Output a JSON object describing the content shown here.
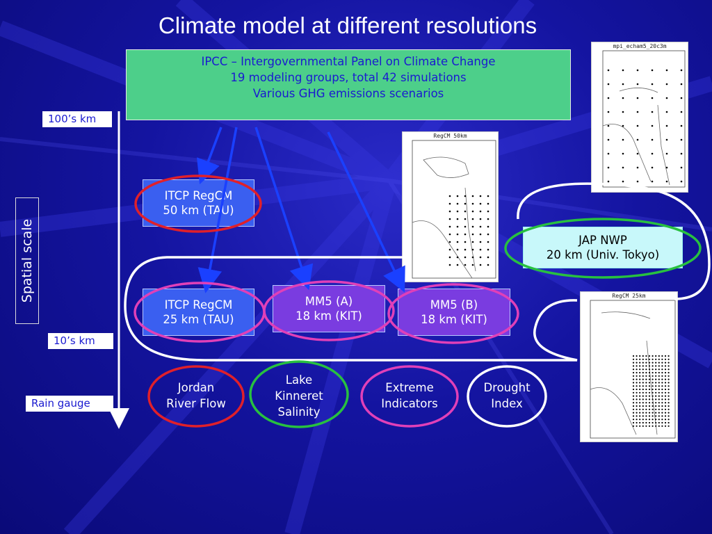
{
  "title": "Climate model at different resolutions",
  "ipcc": {
    "line1": "IPCC – Intergovernmental Panel on Climate Change",
    "line2": "19 modeling groups, total 42 simulations",
    "line3": "Various GHG emissions scenarios"
  },
  "scale": {
    "label_100": "100’s km",
    "label_10": "10’s km",
    "label_rain": "Rain gauge",
    "axis_label": "Spatial scale"
  },
  "models": {
    "regcm50": {
      "line1": "ITCP RegCM",
      "line2": "50 km (TAU)"
    },
    "regcm25": {
      "line1": "ITCP RegCM",
      "line2": "25 km (TAU)"
    },
    "mm5a": {
      "line1": "MM5 (A)",
      "line2": "18 km (KIT)"
    },
    "mm5b": {
      "line1": "MM5 (B)",
      "line2": "18 km (KIT)"
    },
    "jap": {
      "line1": "JAP NWP",
      "line2": "20 km (Univ. Tokyo)"
    }
  },
  "outcomes": {
    "jordan": {
      "line1": "Jordan",
      "line2": "River Flow"
    },
    "lake": {
      "line1": "Lake",
      "line2": "Kinneret",
      "line3": "Salinity"
    },
    "extreme": {
      "line1": "Extreme",
      "line2": "Indicators"
    },
    "drought": {
      "line1": "Drought",
      "line2": "Index"
    }
  },
  "maps": {
    "regcm50_title": "RegCM 50km",
    "echam_title": "mpi_echam5_20c3m",
    "regcm25_title": "RegCM 25km"
  },
  "colors": {
    "ring_red": "#e0202a",
    "ring_pink": "#e040b8",
    "ring_green": "#28c040",
    "arrow_blue": "#1a40ff"
  }
}
